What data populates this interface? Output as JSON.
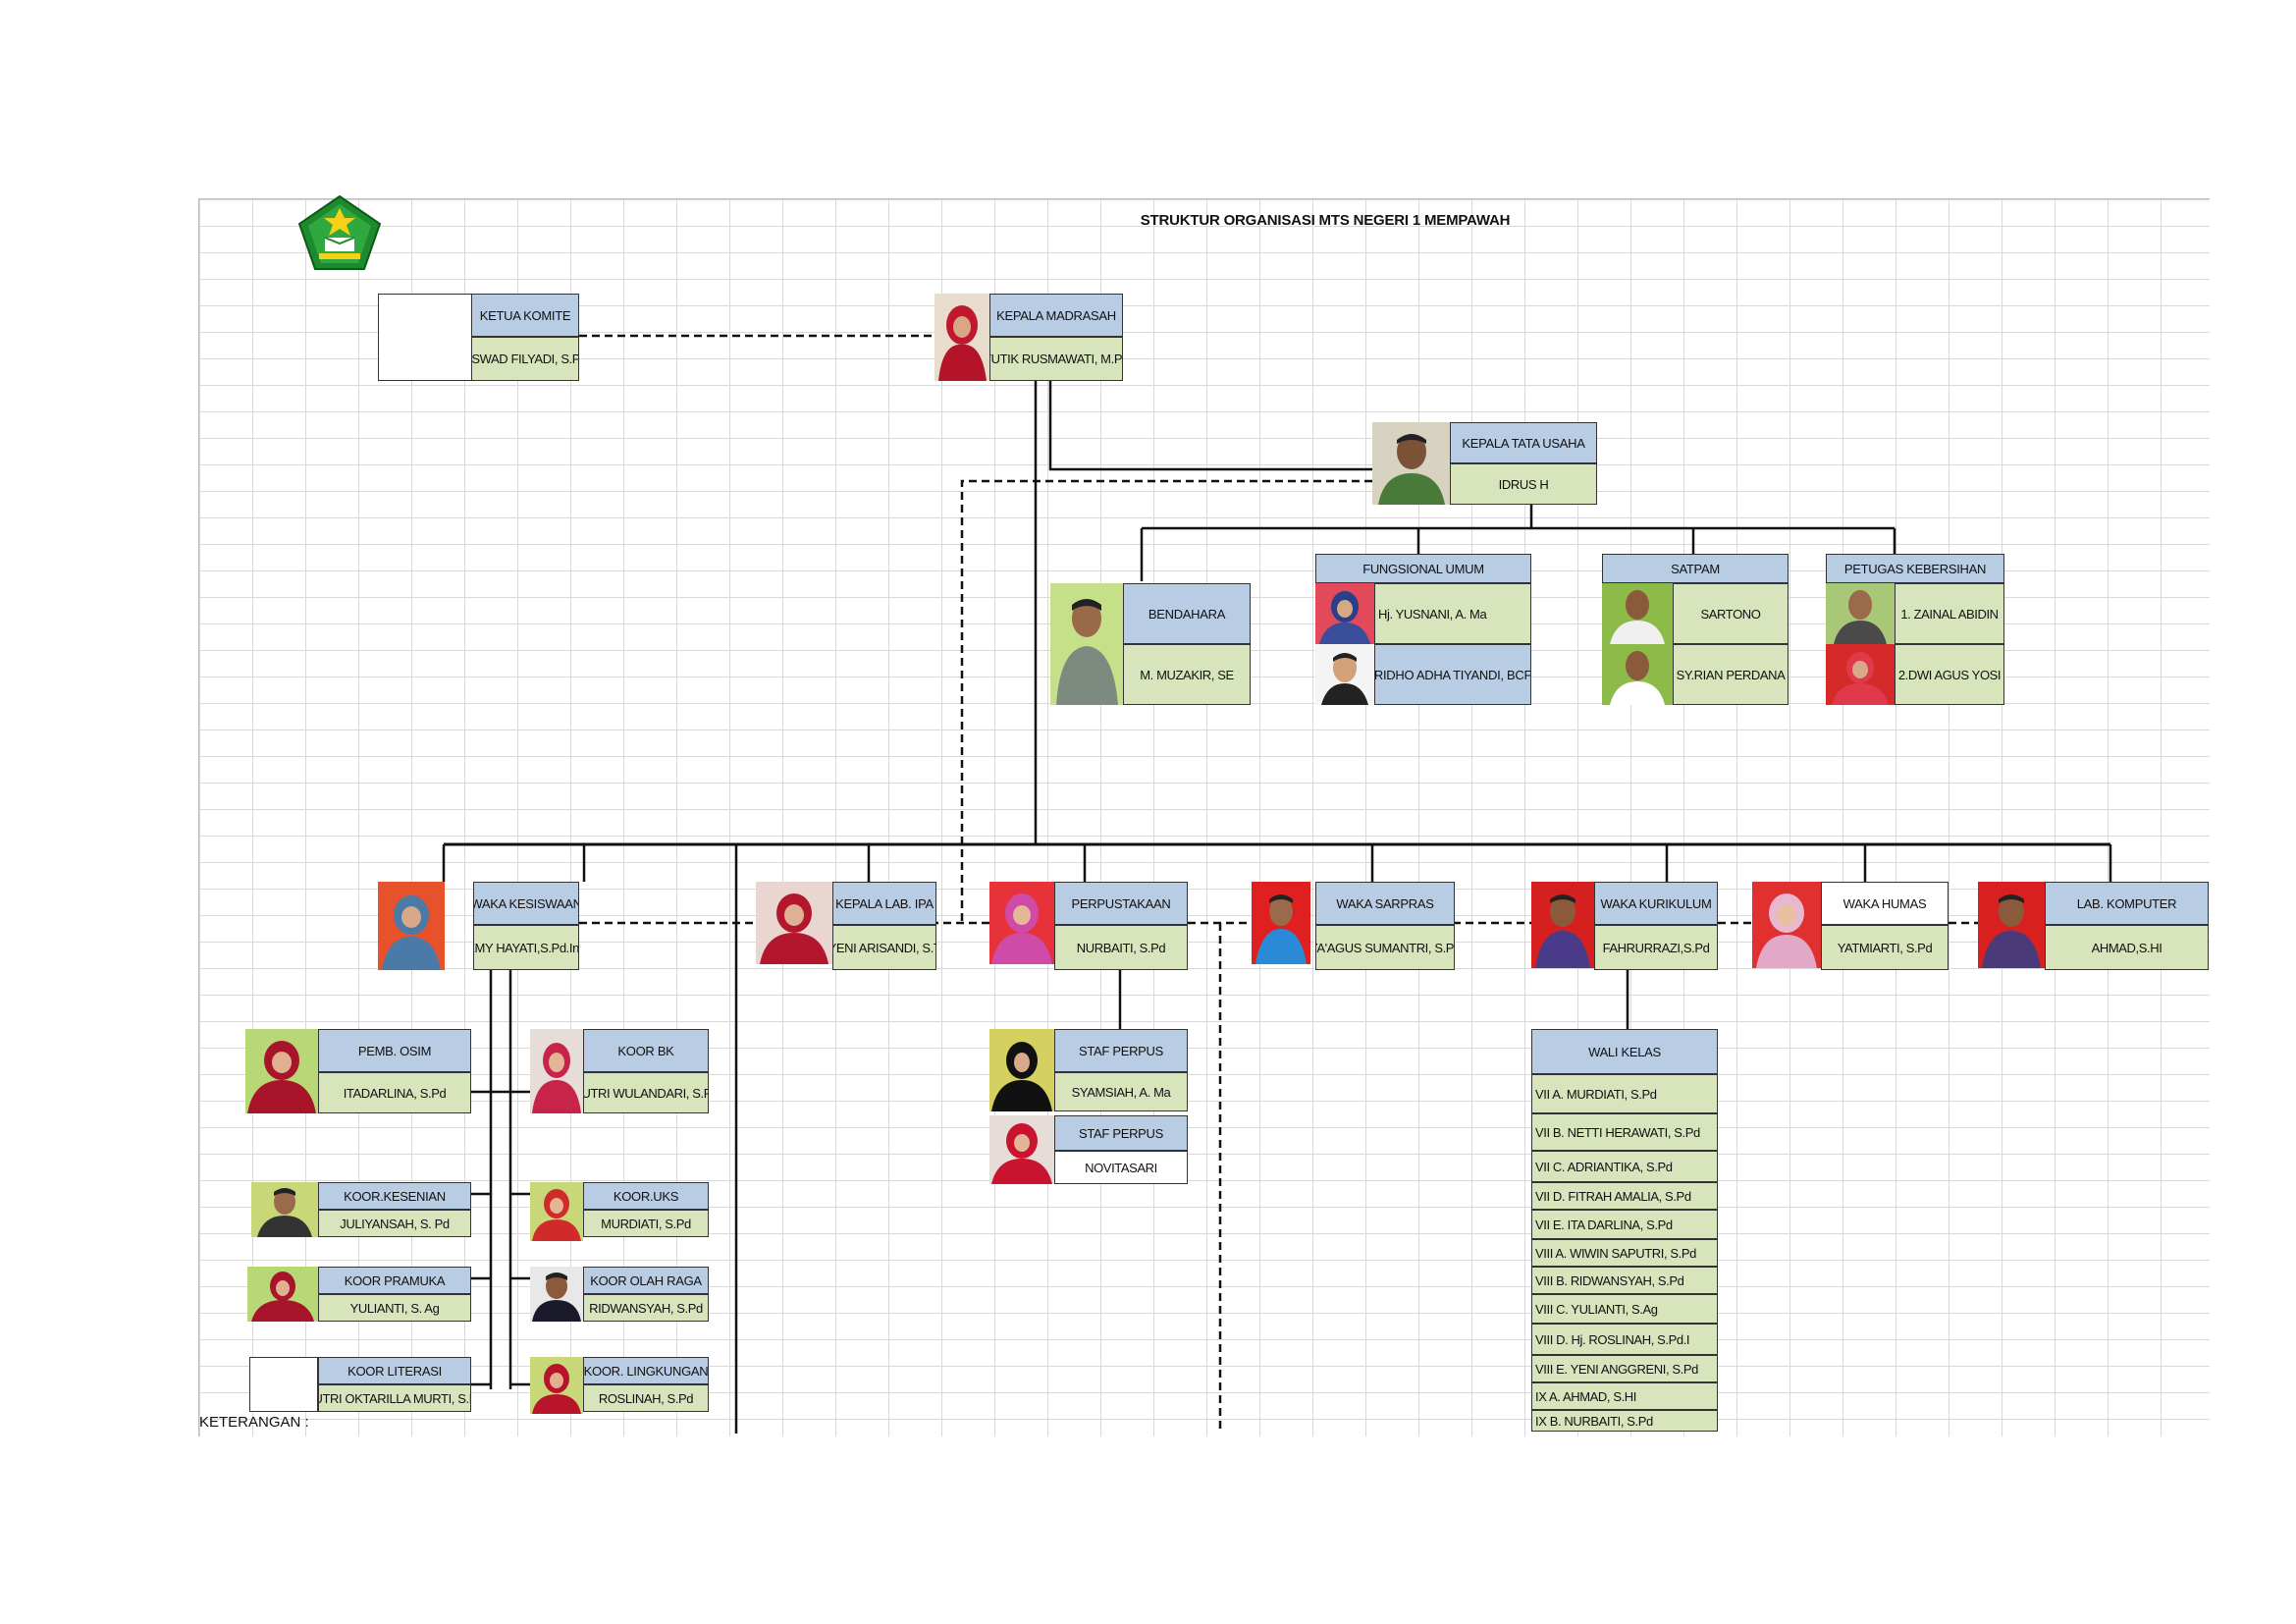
{
  "title": "STRUKTUR ORGANISASI MTS NEGERI 1 MEMPAWAH",
  "logo": "kemenag-logo",
  "keterangan_label": "KETERANGAN :",
  "colors": {
    "header": "#b8cce4",
    "value": "#d8e4bc",
    "line": "#111111"
  },
  "top": {
    "komite": {
      "title": "KETUA KOMITE",
      "name": "ASWAD FILYADI, S.Pd"
    },
    "kepala": {
      "title": "KEPALA MADRASAH",
      "name": "TUTIK RUSMAWATI, M.Pd"
    },
    "tu": {
      "title": "KEPALA TATA USAHA",
      "name": "IDRUS H"
    }
  },
  "tu_staff": {
    "bendahara": {
      "title": "BENDAHARA",
      "name": "M. MUZAKIR, SE"
    },
    "fungsional": {
      "title": "FUNGSIONAL UMUM",
      "names": [
        "Hj. YUSNANI, A. Ma",
        "RIDHO ADHA TIYANDI, BCF"
      ]
    },
    "satpam": {
      "title": "SATPAM",
      "names": [
        "SARTONO",
        "SY.RIAN PERDANA"
      ]
    },
    "kebersihan": {
      "title": "PETUGAS KEBERSIHAN",
      "names": [
        "1. ZAINAL ABIDIN",
        "2.DWI AGUS YOSI"
      ]
    }
  },
  "waka": {
    "kesiswaan": {
      "title": "WAKA KESISWAAN",
      "name": "EMY HAYATI,S.Pd.Ing"
    },
    "lab_ipa": {
      "title": "KEPALA LAB. IPA",
      "name": "YENI ARISANDI, S.T"
    },
    "perpus": {
      "title": "PERPUSTAKAAN",
      "name": "NURBAITI, S.Pd"
    },
    "sarpras": {
      "title": "WAKA SARPRAS",
      "name": "YA'AGUS SUMANTRI, S.Pd"
    },
    "kurikulum": {
      "title": "WAKA KURIKULUM",
      "name": "FAHRURRAZI,S.Pd"
    },
    "humas": {
      "title": "WAKA HUMAS",
      "name": "YATMIARTI, S.Pd"
    },
    "lab_komputer": {
      "title": "LAB. KOMPUTER",
      "name": "AHMAD,S.HI"
    }
  },
  "kesiswaan_staff": {
    "osim": {
      "title": "PEMB. OSIM",
      "name": "ITADARLINA, S.Pd"
    },
    "bk": {
      "title": "KOOR BK",
      "name": "PUTRI WULANDARI, S.Pd"
    },
    "kesenian": {
      "title": "KOOR.KESENIAN",
      "name": "JULIYANSAH, S. Pd"
    },
    "uks": {
      "title": "KOOR.UKS",
      "name": "MURDIATI, S.Pd"
    },
    "pramuka": {
      "title": "KOOR PRAMUKA",
      "name": "YULIANTI, S. Ag"
    },
    "olahraga": {
      "title": "KOOR OLAH RAGA",
      "name": "RIDWANSYAH, S.Pd"
    },
    "literasi": {
      "title": "KOOR LITERASI",
      "name": "PUTRI OKTARILLA MURTI, S.Pd"
    },
    "lingkungan": {
      "title": "KOOR. LINGKUNGAN",
      "name": "ROSLINAH, S.Pd"
    }
  },
  "perpus_staff": [
    {
      "title": "STAF PERPUS",
      "name": "SYAMSIAH, A. Ma"
    },
    {
      "title": "STAF PERPUS",
      "name": "NOVITASARI"
    }
  ],
  "wali_kelas": {
    "title": "WALI KELAS",
    "items": [
      "VII A. MURDIATI, S.Pd",
      "VII B. NETTI HERAWATI, S.Pd",
      "VII C. ADRIANTIKA, S.Pd",
      "VII D. FITRAH AMALIA, S.Pd",
      "VII E. ITA DARLINA, S.Pd",
      "VIII A. WIWIN SAPUTRI, S.Pd",
      "VIII B. RIDWANSYAH, S.Pd",
      "VIII C. YULIANTI, S.Ag",
      "VIII D. Hj. ROSLINAH, S.Pd.I",
      "VIII E. YENI ANGGRENI, S.Pd",
      "IX A. AHMAD, S.HI",
      "IX B. NURBAITI, S.Pd"
    ]
  }
}
